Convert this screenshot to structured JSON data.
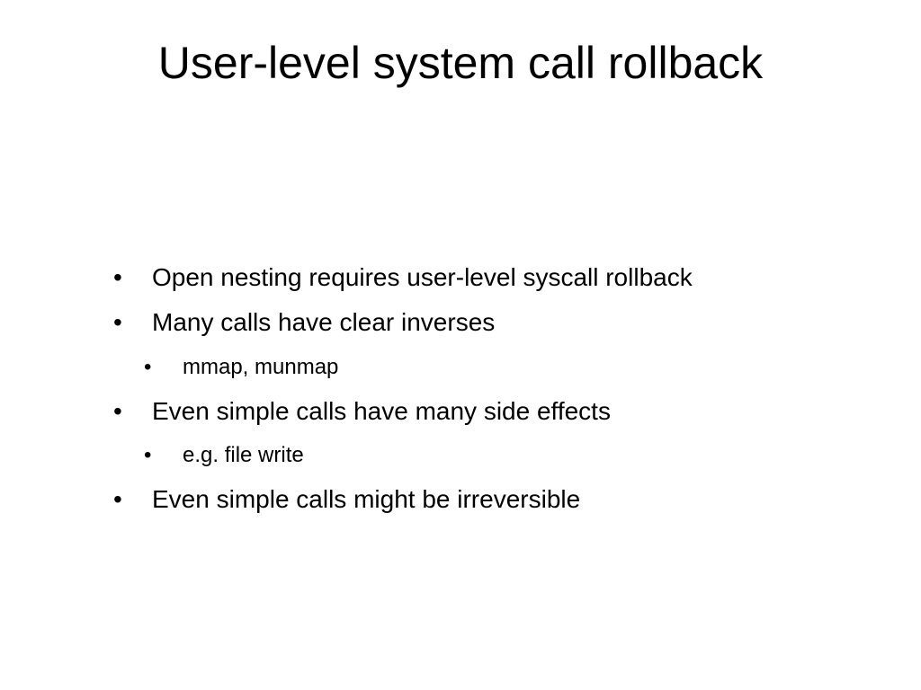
{
  "slide": {
    "title": "User-level system call rollback",
    "bullet_glyph": "•",
    "bullets": [
      {
        "level": 1,
        "text": "Open nesting requires user-level syscall rollback"
      },
      {
        "level": 1,
        "text": "Many calls have clear inverses"
      },
      {
        "level": 2,
        "text": "mmap, munmap"
      },
      {
        "level": 1,
        "text": "Even simple calls have many side effects"
      },
      {
        "level": 2,
        "text": "e.g. file write"
      },
      {
        "level": 1,
        "text": "Even simple calls might be irreversible"
      }
    ]
  }
}
